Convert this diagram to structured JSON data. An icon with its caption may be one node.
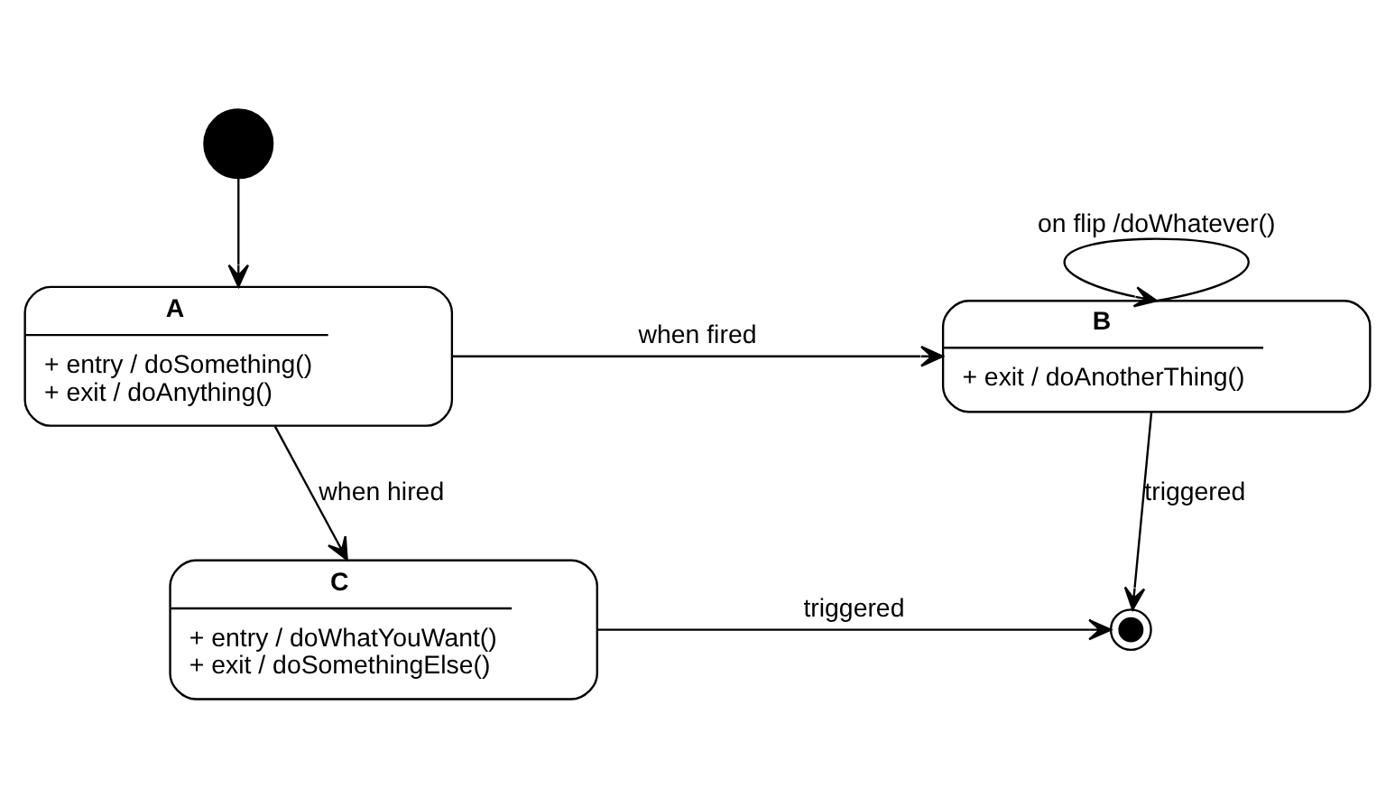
{
  "diagram": {
    "nodes": [
      {
        "text": [],
        "shape": "circle"
      },
      {
        "text": [
          "A",
          "+ entry / doSomething()",
          "+ exit / doAnything()"
        ]
      },
      {
        "text": [
          "B",
          "+ exit / doAnotherThing()"
        ]
      },
      {
        "text": [
          "C",
          "+ entry / doWhatYouWant()",
          "+ exit / doSomethingElse()"
        ]
      },
      {
        "text": [],
        "shape": "bullseye"
      }
    ],
    "edges": [
      {
        "from": 0,
        "to": 1,
        "arrow": "to"
      },
      {
        "from": 1,
        "to": 2,
        "arrow": "to",
        "label": "when fired"
      },
      {
        "from": 2,
        "to": 2,
        "arrow": "to",
        "label": "on flip /doWhatever()"
      },
      {
        "from": 1,
        "to": 3,
        "arrow": "to",
        "label": "when hired"
      },
      {
        "from": 2,
        "to": 4,
        "arrow": "to",
        "label": "triggered"
      },
      {
        "from": 3,
        "to": 4,
        "arrow": "to",
        "label": "triggered"
      }
    ]
  }
}
